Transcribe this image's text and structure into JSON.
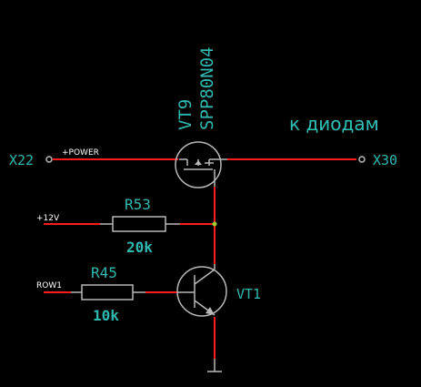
{
  "components": {
    "vt9": {
      "ref": "VT9",
      "part": "SPP80N04"
    },
    "vt1": {
      "ref": "VT1"
    },
    "r53": {
      "ref": "R53",
      "value": "20k"
    },
    "r45": {
      "ref": "R45",
      "value": "10k"
    }
  },
  "nets": {
    "power": "+POWER",
    "v12": "+12V",
    "row1": "ROW1"
  },
  "connectors": {
    "left": "X22",
    "right": "X30"
  },
  "annotation": "к диодам",
  "colors": {
    "wire": "#ff1a1a",
    "body": "#b8b8b8",
    "label": "#2fb8b0",
    "junction": "#9acd32"
  }
}
